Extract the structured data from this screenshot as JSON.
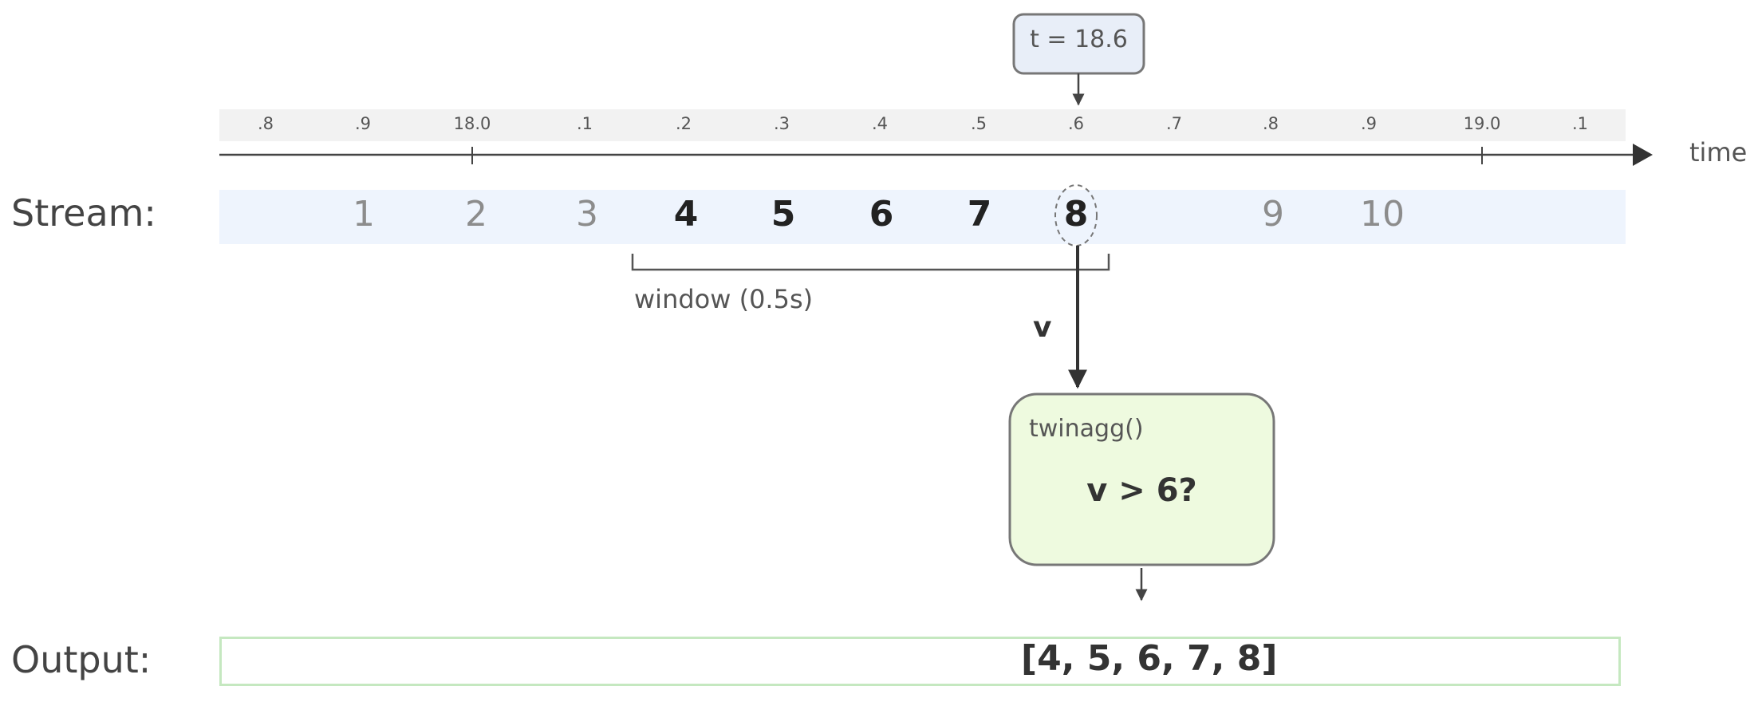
{
  "time_label": "t = 18.6",
  "axis_label": "time",
  "ticks": [
    ".8",
    ".9",
    "18.0",
    ".1",
    ".2",
    ".3",
    ".4",
    ".5",
    ".6",
    ".7",
    ".8",
    ".9",
    "19.0",
    ".1"
  ],
  "stream_label": "Stream:",
  "stream_items": [
    {
      "label": "1",
      "active": false
    },
    {
      "label": "2",
      "active": false
    },
    {
      "label": "3",
      "active": false
    },
    {
      "label": "4",
      "active": true
    },
    {
      "label": "5",
      "active": true
    },
    {
      "label": "6",
      "active": true
    },
    {
      "label": "7",
      "active": true
    },
    {
      "label": "8",
      "active": true,
      "current": true
    },
    {
      "label": "9",
      "active": false
    },
    {
      "label": "10",
      "active": false
    }
  ],
  "window_label": "window (0.5s)",
  "arrow_label": "v",
  "function": {
    "name": "twinagg()",
    "condition": "v > 6?"
  },
  "output_label": "Output:",
  "output_value": "[4, 5, 6, 7, 8]",
  "colors": {
    "tick_band": "#f2f2f2",
    "stream_band": "#eef4fd",
    "time_box": "#e8eef8",
    "function_box": "#eefadf",
    "output_border": "#c5e8c0"
  }
}
